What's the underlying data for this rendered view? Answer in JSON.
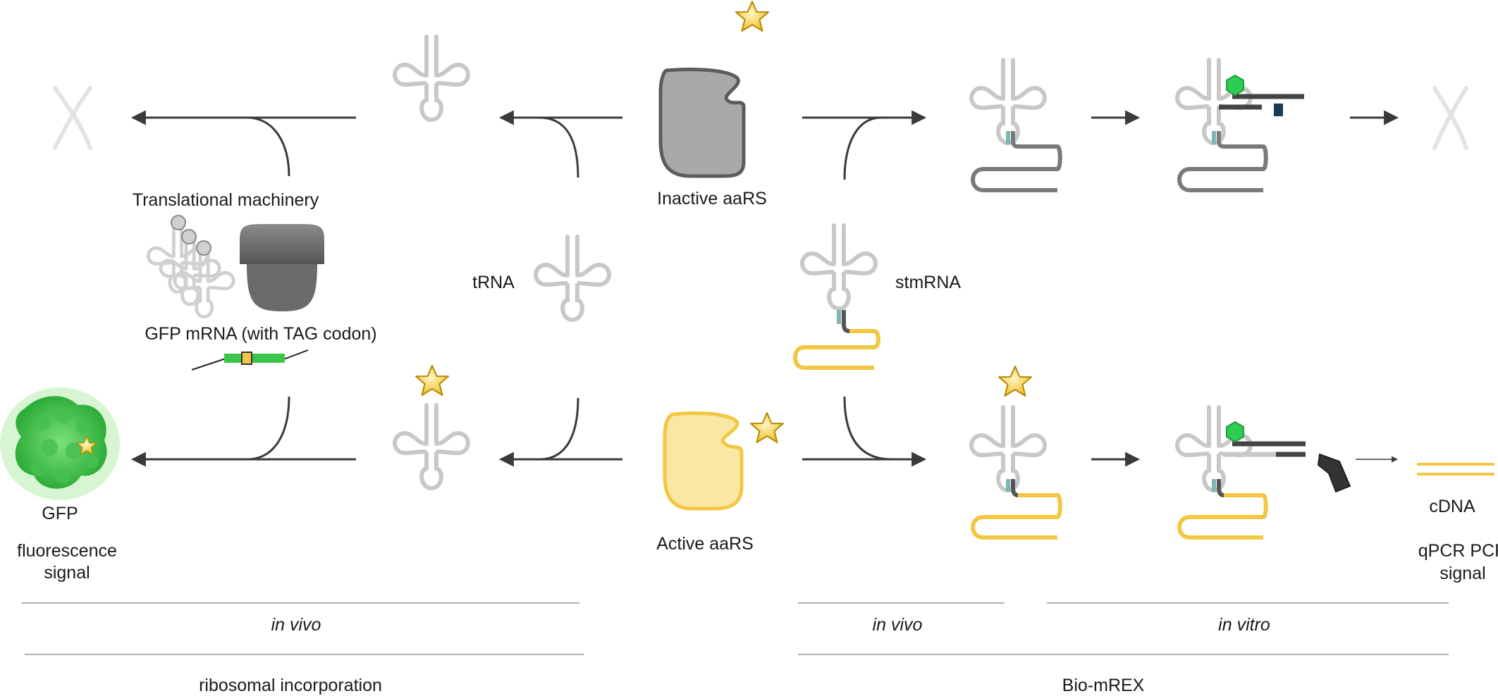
{
  "labels": {
    "translational_machinery": "Translational machinery",
    "gfp_mrna": "GFP mRNA (with TAG codon)",
    "trna": "tRNA",
    "stmrna": "stmRNA",
    "inactive_aars": "Inactive aaRS",
    "active_aars": "Active aaRS",
    "gfp": "GFP",
    "fluorescence_1": "fluorescence",
    "fluorescence_2": "signal",
    "cdna": "cDNA",
    "qpcr_1": "qPCR PCR",
    "qpcr_2": "signal"
  },
  "sections": {
    "in_vivo_left": "in vivo",
    "in_vivo_right": "in vivo",
    "in_vitro": "in vitro",
    "ribosomal": "ribosomal incorporation",
    "biomrex": "Bio-mREX"
  },
  "colors": {
    "trna_gray": "#c8c8c8",
    "arrow": "#3a3a3a",
    "aars_gray": "#a9a9a9",
    "aars_yellow": "#f9e7a3",
    "yellow": "#f2c744",
    "green": "#2ecc52",
    "teal": "#7fb5b5",
    "dark": "#444444"
  }
}
